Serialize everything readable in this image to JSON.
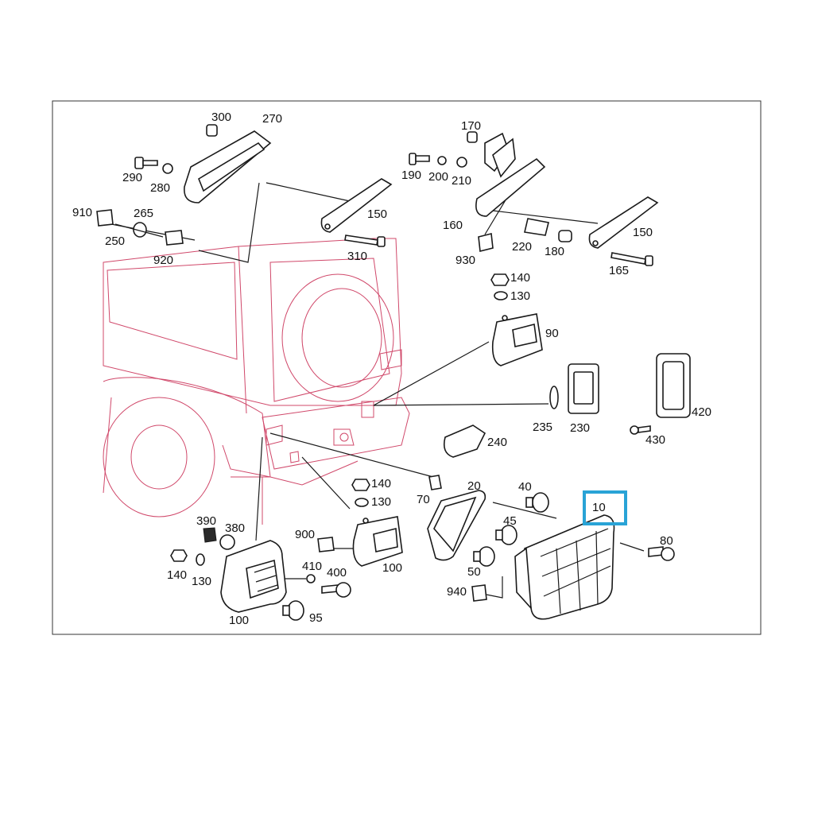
{
  "diagram": {
    "highlight_color": "#29a3d6",
    "highlighted_callout": "10",
    "callouts": [
      {
        "id": "c300",
        "label": "300"
      },
      {
        "id": "c270",
        "label": "270"
      },
      {
        "id": "c290",
        "label": "290"
      },
      {
        "id": "c280",
        "label": "280"
      },
      {
        "id": "c910",
        "label": "910"
      },
      {
        "id": "c265",
        "label": "265"
      },
      {
        "id": "c250",
        "label": "250"
      },
      {
        "id": "c920",
        "label": "920"
      },
      {
        "id": "c150a",
        "label": "150"
      },
      {
        "id": "c310",
        "label": "310"
      },
      {
        "id": "c170",
        "label": "170"
      },
      {
        "id": "c190",
        "label": "190"
      },
      {
        "id": "c200",
        "label": "200"
      },
      {
        "id": "c210",
        "label": "210"
      },
      {
        "id": "c160",
        "label": "160"
      },
      {
        "id": "c930",
        "label": "930"
      },
      {
        "id": "c220",
        "label": "220"
      },
      {
        "id": "c180",
        "label": "180"
      },
      {
        "id": "c150b",
        "label": "150"
      },
      {
        "id": "c165",
        "label": "165"
      },
      {
        "id": "c140a",
        "label": "140"
      },
      {
        "id": "c130a",
        "label": "130"
      },
      {
        "id": "c90",
        "label": "90"
      },
      {
        "id": "c420",
        "label": "420"
      },
      {
        "id": "c235",
        "label": "235"
      },
      {
        "id": "c230",
        "label": "230"
      },
      {
        "id": "c430",
        "label": "430"
      },
      {
        "id": "c240",
        "label": "240"
      },
      {
        "id": "c140b",
        "label": "140"
      },
      {
        "id": "c130b",
        "label": "130"
      },
      {
        "id": "c70",
        "label": "70"
      },
      {
        "id": "c20",
        "label": "20"
      },
      {
        "id": "c40",
        "label": "40"
      },
      {
        "id": "c10",
        "label": "10"
      },
      {
        "id": "c45",
        "label": "45"
      },
      {
        "id": "c80",
        "label": "80"
      },
      {
        "id": "c50",
        "label": "50"
      },
      {
        "id": "c940",
        "label": "940"
      },
      {
        "id": "c390",
        "label": "390"
      },
      {
        "id": "c380",
        "label": "380"
      },
      {
        "id": "c140c",
        "label": "140"
      },
      {
        "id": "c130c",
        "label": "130"
      },
      {
        "id": "c100a",
        "label": "100"
      },
      {
        "id": "c410",
        "label": "410"
      },
      {
        "id": "c400",
        "label": "400"
      },
      {
        "id": "c95",
        "label": "95"
      },
      {
        "id": "c900",
        "label": "900"
      },
      {
        "id": "c100b",
        "label": "100"
      }
    ]
  }
}
